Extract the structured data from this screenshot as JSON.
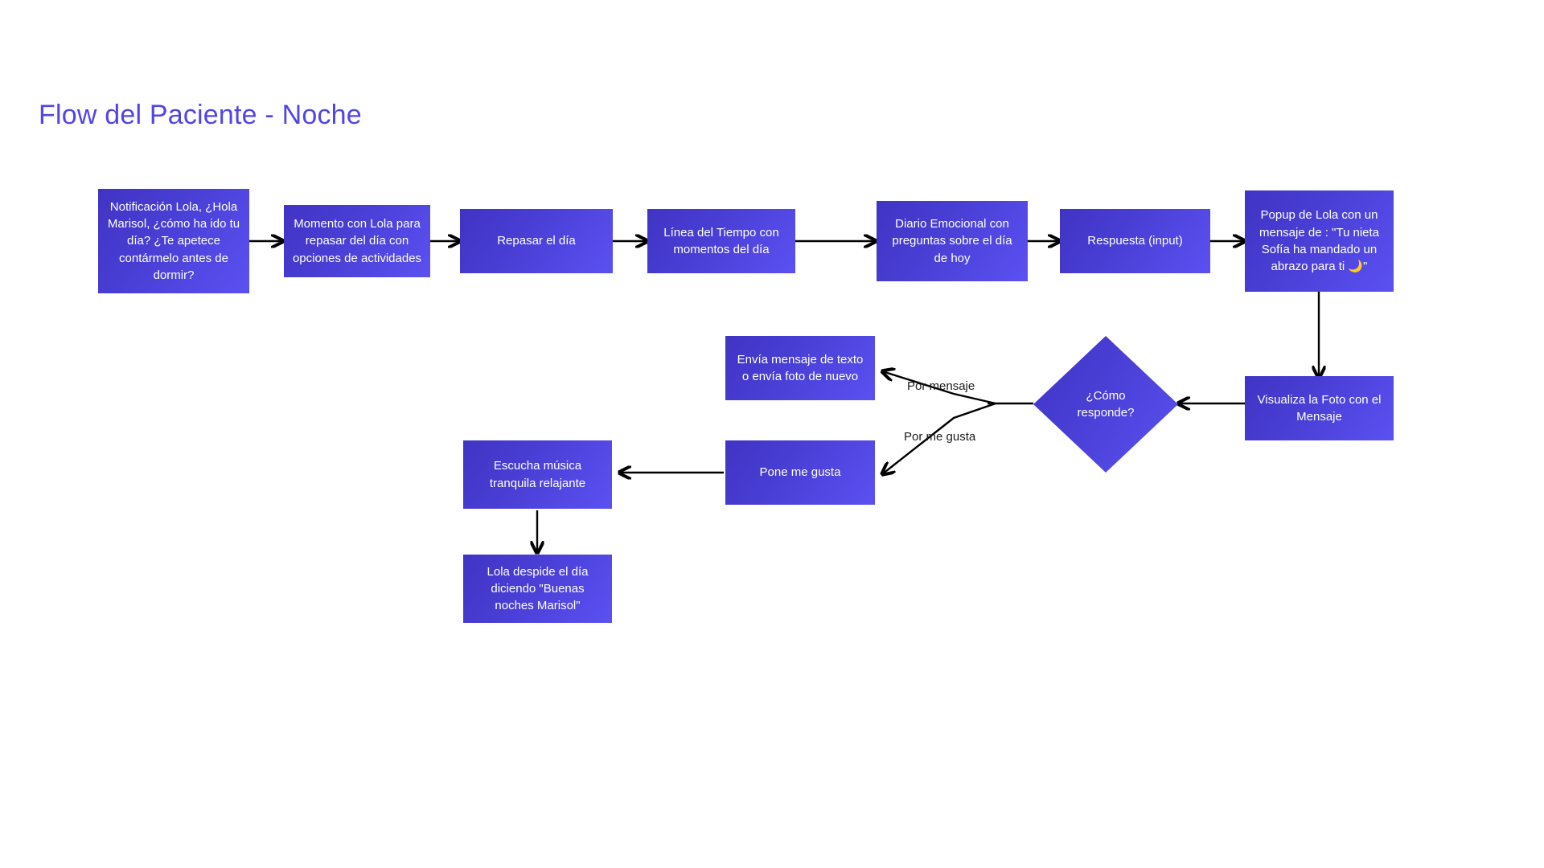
{
  "page": {
    "title": "Flow del Paciente - Noche",
    "title_color": "#5145e8",
    "background": "#ffffff",
    "node_gradient_from": "#4034c4",
    "node_gradient_to": "#5b51f2",
    "edge_color": "#000000",
    "node_text_color": "#ffffff"
  },
  "nodes": [
    {
      "id": "notificacion",
      "label": "Notificación Lola, ¿Hola Marisol, ¿cómo ha ido tu día? ¿Te apetece contármelo antes de dormir?",
      "shape": "rect"
    },
    {
      "id": "momento",
      "label": "Momento con Lola para repasar del día con opciones de actividades",
      "shape": "rect"
    },
    {
      "id": "repasar",
      "label": "Repasar el día",
      "shape": "rect"
    },
    {
      "id": "linea-tiempo",
      "label": "Línea del Tiempo con momentos del día",
      "shape": "rect"
    },
    {
      "id": "diario",
      "label": "Diario Emocional con preguntas sobre el día de hoy",
      "shape": "rect"
    },
    {
      "id": "respuesta",
      "label": "Respuesta (input)",
      "shape": "rect"
    },
    {
      "id": "popup",
      "label": "Popup de Lola con un mensaje de : \"Tu nieta Sofía ha mandado un abrazo para ti 🌙\"",
      "shape": "rect"
    },
    {
      "id": "visualiza",
      "label": "Visualiza la Foto con el Mensaje",
      "shape": "rect"
    },
    {
      "id": "como-responde",
      "label": "¿Cómo\nresponde?",
      "shape": "diamond"
    },
    {
      "id": "envia-mensaje",
      "label": "Envía mensaje de texto o envía foto de nuevo",
      "shape": "rect"
    },
    {
      "id": "pone-me-gusta",
      "label": "Pone me gusta",
      "shape": "rect"
    },
    {
      "id": "escucha-musica",
      "label": "Escucha música tranquila relajante",
      "shape": "rect"
    },
    {
      "id": "despide",
      "label": "Lola despide el día diciendo \"Buenas noches Marisol\"",
      "shape": "rect"
    }
  ],
  "edge_labels": [
    {
      "id": "por-mensaje",
      "label": "Por mensaje"
    },
    {
      "id": "por-me-gusta",
      "label": "Por me gusta"
    }
  ]
}
